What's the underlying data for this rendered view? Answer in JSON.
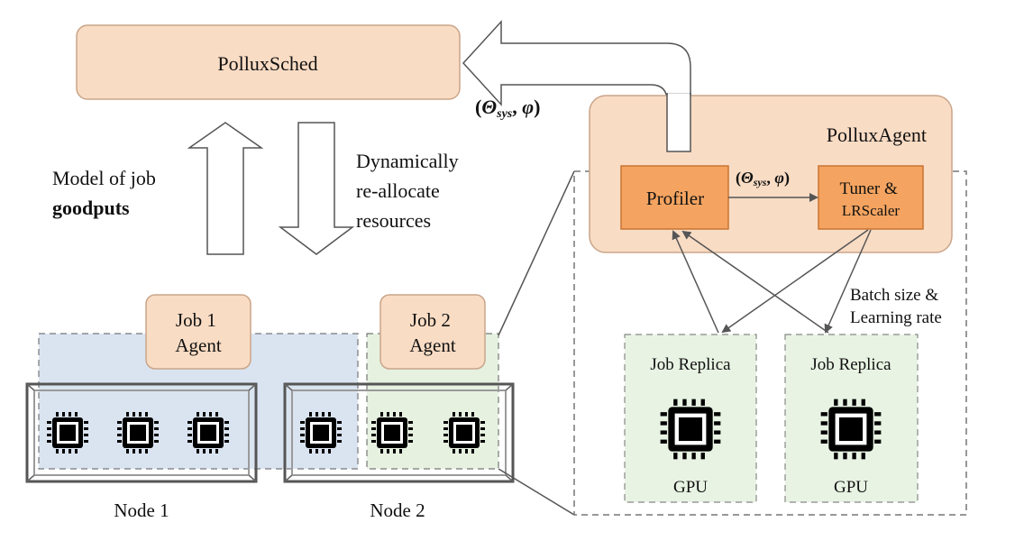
{
  "scheduler": {
    "label": "PolluxSched"
  },
  "feedback_label": {
    "theta": "Θ",
    "sub": "sys",
    "phi": "φ"
  },
  "left_arrow_text": {
    "line1": "Model of job",
    "line2": "goodputs"
  },
  "right_arrow_text": {
    "line1": "Dynamically",
    "line2": "re-allocate",
    "line3": "resources"
  },
  "agent_panel": {
    "title": "PolluxAgent",
    "profiler": "Profiler",
    "tuner_line1": "Tuner &",
    "tuner_line2": "LRScaler",
    "inner_theta": "Θ",
    "inner_sub": "sys",
    "inner_phi": "φ"
  },
  "batch_label": {
    "line1": "Batch size &",
    "line2": "Learning rate"
  },
  "replicas": [
    {
      "title": "Job Replica",
      "caption": "GPU"
    },
    {
      "title": "Job Replica",
      "caption": "GPU"
    }
  ],
  "job_agents": [
    {
      "line1": "Job 1",
      "line2": "Agent"
    },
    {
      "line1": "Job 2",
      "line2": "Agent"
    }
  ],
  "nodes": [
    {
      "label": "Node 1"
    },
    {
      "label": "Node 2"
    }
  ],
  "colors": {
    "peach": "#f9dcc4",
    "peach_border": "#e8b898",
    "orange": "#f4a460",
    "orange_border": "#c87533",
    "job1_region": "#dae4f1",
    "job2_region": "#e2efda",
    "replica_bg": "#e8f3e3",
    "chip": "#000000"
  }
}
